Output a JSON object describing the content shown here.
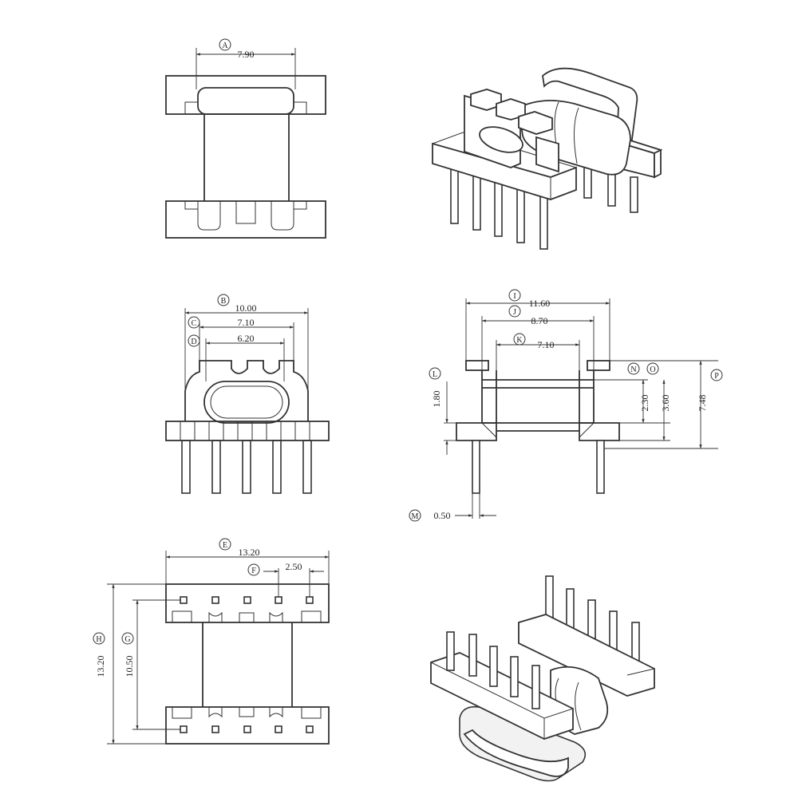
{
  "views": {
    "top": {
      "dims": [
        {
          "letter": "A",
          "value": "7.90"
        }
      ]
    },
    "front": {
      "dims": [
        {
          "letter": "B",
          "value": "10.00"
        },
        {
          "letter": "C",
          "value": "7.10"
        },
        {
          "letter": "D",
          "value": "6.20"
        }
      ]
    },
    "side": {
      "dims": [
        {
          "letter": "I",
          "value": "11.60"
        },
        {
          "letter": "J",
          "value": "8.70"
        },
        {
          "letter": "K",
          "value": "7.10"
        },
        {
          "letter": "L",
          "value": "1.80"
        },
        {
          "letter": "M",
          "value": "0.50"
        },
        {
          "letter": "N",
          "value": "2.30"
        },
        {
          "letter": "O",
          "value": "3.60"
        },
        {
          "letter": "P",
          "value": "7.48"
        }
      ]
    },
    "bottom": {
      "dims": [
        {
          "letter": "E",
          "value": "13.20"
        },
        {
          "letter": "F",
          "value": "2.50"
        },
        {
          "letter": "H",
          "value": "13.20"
        },
        {
          "letter": "G",
          "value": "10.50"
        }
      ]
    }
  },
  "colors": {
    "line": "#333333",
    "background": "#ffffff"
  }
}
